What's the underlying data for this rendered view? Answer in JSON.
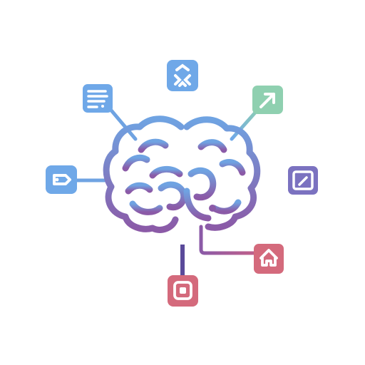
{
  "illustration": {
    "subject": "brain-network-icon",
    "colors": {
      "brain_top": "#6fa3e2",
      "brain_bottom": "#8b5aa7",
      "node_blue": "#6fa8e8",
      "node_green": "#8fd0b0",
      "node_indigo": "#7b72c0",
      "node_red": "#d46a7c",
      "node_white_glyph": "#ffffff"
    },
    "nodes": [
      {
        "icon": "puzzle-icon",
        "color": "node_blue"
      },
      {
        "icon": "arrow-up-right-icon",
        "color": "node_green"
      },
      {
        "icon": "document-list-icon",
        "color": "node_blue"
      },
      {
        "icon": "tag-icon",
        "color": "node_blue"
      },
      {
        "icon": "pencil-icon",
        "color": "node_indigo"
      },
      {
        "icon": "house-icon",
        "color": "node_red"
      },
      {
        "icon": "target-icon",
        "color": "node_red"
      }
    ]
  }
}
